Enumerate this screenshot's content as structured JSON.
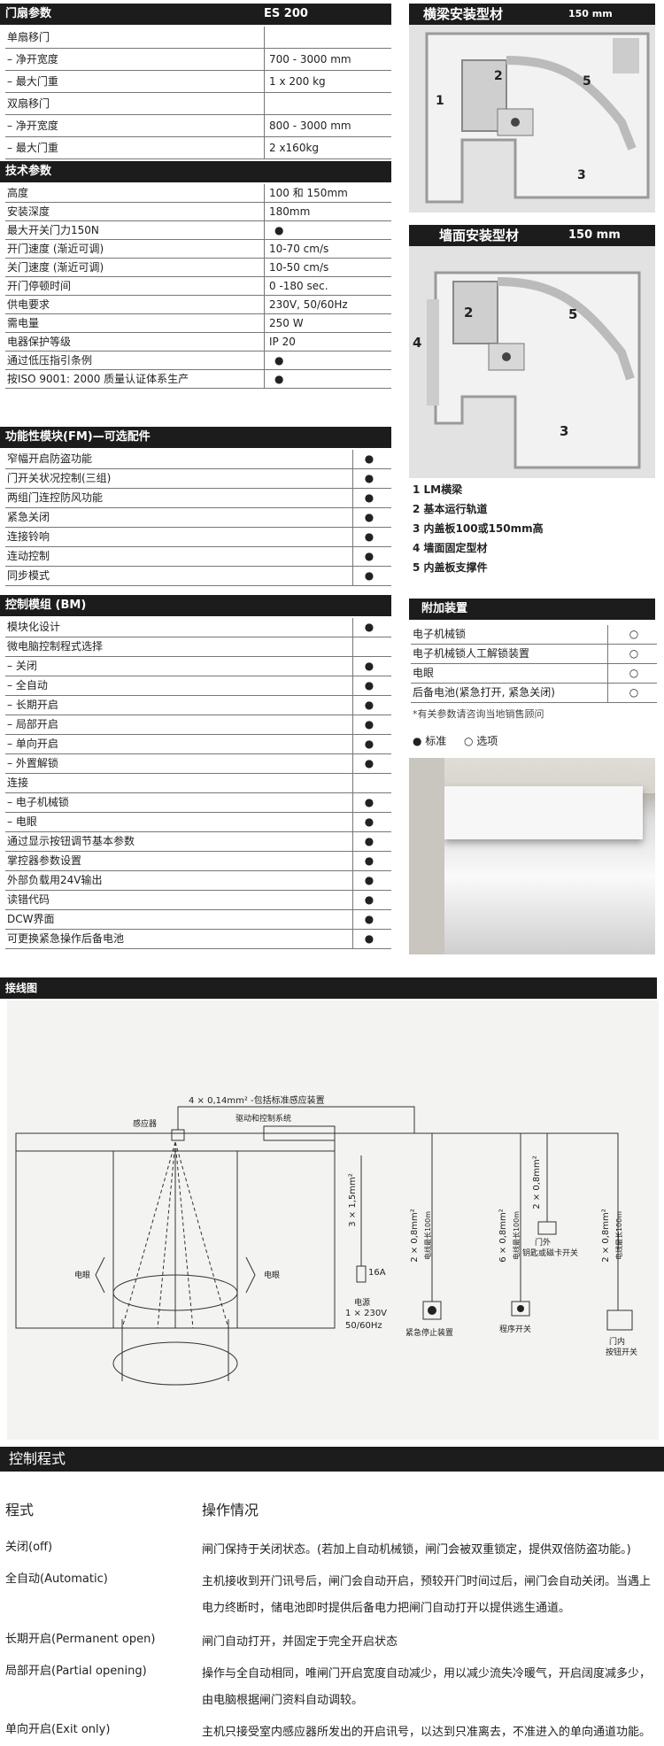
{
  "door": {
    "title": "门扇参数",
    "model": "ES 200",
    "rows": [
      {
        "label": "单扇移门",
        "value": ""
      },
      {
        "label": "– 净开宽度",
        "value": "700 - 3000 mm"
      },
      {
        "label": "– 最大门重",
        "value": "1 x 200 kg"
      },
      {
        "label": "双扇移门",
        "value": ""
      },
      {
        "label": "– 净开宽度",
        "value": "800 - 3000 mm"
      },
      {
        "label": "– 最大门重",
        "value": "2 x160kg"
      }
    ]
  },
  "tech": {
    "title": "技术参数",
    "rows": [
      {
        "label": "高度",
        "value": "100 和 150mm"
      },
      {
        "label": "安装深度",
        "value": "180mm"
      },
      {
        "label": "最大开关门力150N",
        "value": "●"
      },
      {
        "label": "开门速度 (渐近可调)",
        "value": "10-70 cm/s"
      },
      {
        "label": "关门速度 (渐近可调)",
        "value": "10-50 cm/s"
      },
      {
        "label": "开门停顿时间",
        "value": "0 -180 sec."
      },
      {
        "label": "供电要求",
        "value": "230V, 50/60Hz"
      },
      {
        "label": "需电量",
        "value": "250 W"
      },
      {
        "label": "电器保护等级",
        "value": "IP 20"
      },
      {
        "label": "通过低压指引条例",
        "value": "●"
      },
      {
        "label": "按ISO 9001: 2000 质量认证体系生产",
        "value": "●"
      }
    ]
  },
  "fm": {
    "title": "功能性模块(FM)—可选配件",
    "rows": [
      {
        "label": "窄幅开启防盗功能",
        "value": "●"
      },
      {
        "label": "门开关状况控制(三组)",
        "value": "●"
      },
      {
        "label": "两组门连控防风功能",
        "value": "●"
      },
      {
        "label": "紧急关闭",
        "value": "●"
      },
      {
        "label": "连接铃响",
        "value": "●"
      },
      {
        "label": "连动控制",
        "value": "●"
      },
      {
        "label": "同步模式",
        "value": "●"
      }
    ]
  },
  "bm": {
    "title": "控制模组 (BM)",
    "rows": [
      {
        "label": "模块化设计",
        "value": "●"
      },
      {
        "label": "微电脑控制程式选择",
        "value": ""
      },
      {
        "label": "– 关闭",
        "value": "●"
      },
      {
        "label": "– 全自动",
        "value": "●"
      },
      {
        "label": "– 长期开启",
        "value": "●"
      },
      {
        "label": "– 局部开启",
        "value": "●"
      },
      {
        "label": "– 单向开启",
        "value": "●"
      },
      {
        "label": "– 外置解锁",
        "value": "●"
      },
      {
        "label": "连接",
        "value": ""
      },
      {
        "label": "– 电子机械锁",
        "value": "●"
      },
      {
        "label": "– 电眼",
        "value": "●"
      },
      {
        "label": "通过显示按钮调节基本参数",
        "value": "●"
      },
      {
        "label": "掌控器参数设置",
        "value": "●"
      },
      {
        "label": "外部负载用24V输出",
        "value": "●"
      },
      {
        "label": "读错代码",
        "value": "●"
      },
      {
        "label": "DCW界面",
        "value": "●"
      },
      {
        "label": "可更换紧急操作后备电池",
        "value": "●"
      }
    ]
  },
  "beam": {
    "title": "横梁安装型材",
    "size": "150 mm",
    "nums": [
      "1",
      "2",
      "5",
      "3"
    ]
  },
  "wall": {
    "title": "墙面安装型材",
    "size": "150 mm",
    "nums": [
      "4",
      "2",
      "5",
      "3"
    ]
  },
  "legend": [
    "1  LM横梁",
    "2  基本运行轨道",
    "3  内盖板100或150mm高",
    "4  墙面固定型材",
    "5  内盖板支撑件"
  ],
  "addon": {
    "title": "附加装置",
    "rows": [
      {
        "label": "电子机械锁",
        "value": "○"
      },
      {
        "label": "电子机械锁人工解锁装置",
        "value": "○"
      },
      {
        "label": "电眼",
        "value": "○"
      },
      {
        "label": "后备电池(紧急打开, 紧急关闭)",
        "value": "○"
      }
    ],
    "note": "*有关参数请咨询当地销售顾问",
    "std": "● 标准",
    "opt": "○ 选项"
  },
  "wiring": {
    "title": "接线图",
    "cable_top": "4 × 0,14mm² -包括标准感应装置",
    "sensor": "感应器",
    "drive": "驱动和控制系统",
    "eye_l": "电眼",
    "eye_r": "电眼",
    "power_cable": "3 × 1,5mm²",
    "fuse": "16A",
    "power": "电源",
    "power_v": "1 × 230V",
    "power_hz": "50/60Hz",
    "c1": "2 × 0,8mm²",
    "c1b": "电线最长100m",
    "c2": "6 × 0,8mm²",
    "c2b": "电线最长100m",
    "c3": "2 × 0,8mm²",
    "c4": "2 × 0,8mm²",
    "c4b": "电线最长100m",
    "emg": "紧急停止装置",
    "prog": "程序开关",
    "key1": "门外",
    "key2": "钥匙或磁卡开关",
    "inner1": "门内",
    "inner2": "按钮开关"
  },
  "program": {
    "title": "控制程式",
    "h1": "程式",
    "h2": "操作情况",
    "rows": [
      {
        "k": "关闭(off)",
        "d": "闸门保持于关闭状态。(若加上自动机械锁，闸门会被双重锁定，提供双倍防盗功能。)"
      },
      {
        "k": "全自动(Automatic)",
        "d": "主机接收到开门讯号后，闸门会自动开启，预较开门时间过后，闸门会自动关闭。当遇上电力终断时，储电池即时提供后备电力把闸门自动打开以提供逃生通道。"
      },
      {
        "k": "长期开启(Permanent open)",
        "d": "闸门自动打开，并固定于完全开启状态"
      },
      {
        "k": "局部开启(Partial opening)",
        "d": "操作与全自动相同，唯闸门开启宽度自动减少，用以减少流失冷暖气，开启阔度减多少，由电脑根据闸门资料自动调较。"
      },
      {
        "k": "单向开启(Exit only)",
        "d": "主机只接受室内感应器所发出的开启讯号，以达到只准离去，不准进入的单向通道功能。"
      }
    ]
  }
}
